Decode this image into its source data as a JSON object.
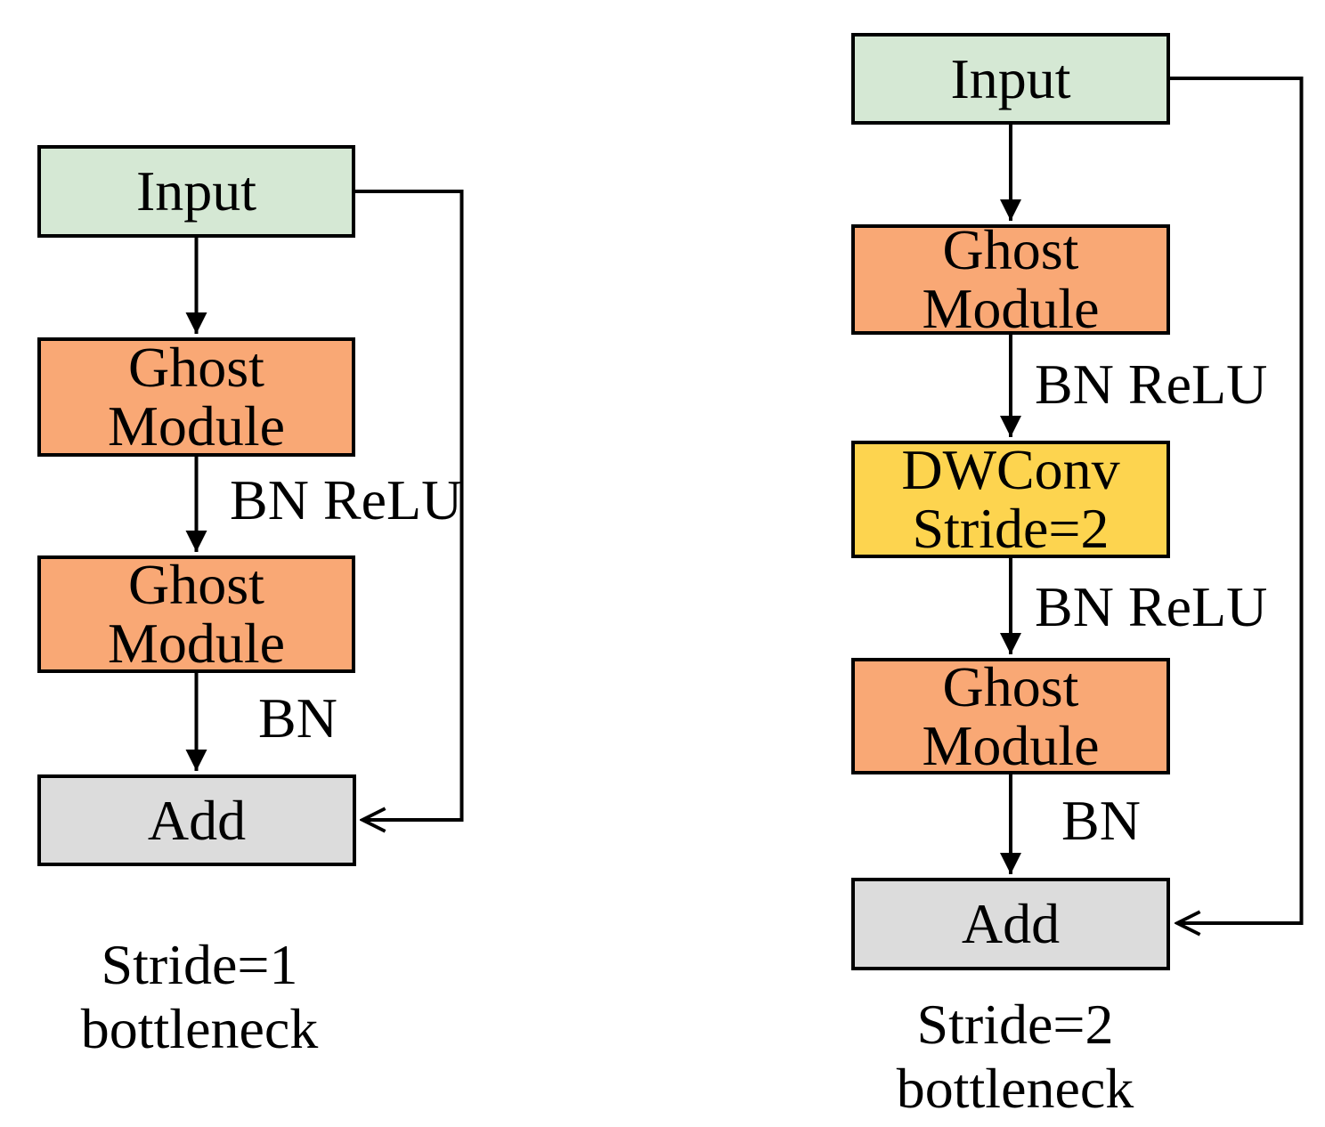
{
  "colors": {
    "input_fill": "#d5e8d4",
    "ghost_fill": "#f9a875",
    "dwconv_fill": "#fdd44f",
    "add_fill": "#dcdcdc",
    "border": "#000000",
    "line": "#000000"
  },
  "diagrams": {
    "left": {
      "caption": "Stride=1\nbottleneck",
      "nodes": {
        "input": {
          "label": "Input"
        },
        "ghost1": {
          "label": "Ghost\nModule"
        },
        "ghost2": {
          "label": "Ghost\nModule"
        },
        "add": {
          "label": "Add"
        }
      },
      "edge_labels": {
        "bn_relu": "BN ReLU",
        "bn": "BN"
      }
    },
    "right": {
      "caption": "Stride=2\nbottleneck",
      "nodes": {
        "input": {
          "label": "Input"
        },
        "ghost1": {
          "label": "Ghost\nModule"
        },
        "dwconv": {
          "label": "DWConv\nStride=2"
        },
        "ghost2": {
          "label": "Ghost\nModule"
        },
        "add": {
          "label": "Add"
        }
      },
      "edge_labels": {
        "bn_relu_1": "BN ReLU",
        "bn_relu_2": "BN ReLU",
        "bn": "BN"
      }
    }
  }
}
